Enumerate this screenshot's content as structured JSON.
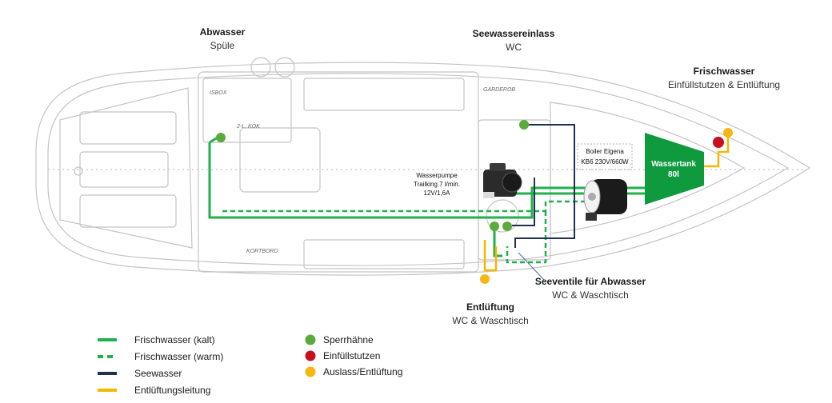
{
  "labels": {
    "abwasser_title": "Abwasser",
    "abwasser_sub": "Spüle",
    "seewasser_title": "Seewassereinlass",
    "seewasser_sub": "WC",
    "frischwasser_title": "Frischwasser",
    "frischwasser_sub": "Einfüllstutzen & Entlüftung",
    "boiler_line1": "Boiler Elgena",
    "boiler_line2": "KB6 230V/660W",
    "pumpe_line1": "Wasserpumpe",
    "pumpe_line2": "Trailking 7 l/min.",
    "pumpe_line3": "12V/1,6A",
    "tank_line1": "Wassertank",
    "tank_line2": "80l",
    "seeventile_title": "Seeventile für Abwasser",
    "seeventile_sub": "WC & Waschtisch",
    "entlueftung_title": "Entlüftung",
    "entlueftung_sub": "WC & Waschtisch"
  },
  "plan_text": {
    "isbox": "ISBOX",
    "garderob": "GARDEROB",
    "kortbord": "KORTBORD",
    "kok": "2-L. KÖK"
  },
  "legend_lines": [
    {
      "label": "Frischwasser (kalt)",
      "color": "#1fb24a",
      "style": "solid"
    },
    {
      "label": "Frischwasser (warm)",
      "color": "#1fb24a",
      "style": "dashed"
    },
    {
      "label": "Seewasser",
      "color": "#1f3350",
      "style": "solid"
    },
    {
      "label": "Entlüftungsleitung",
      "color": "#f5b800",
      "style": "solid"
    }
  ],
  "legend_dots": [
    {
      "label": "Sperrhähne",
      "color": "#5aab3c"
    },
    {
      "label": "Einfüllstutzen",
      "color": "#c8101e"
    },
    {
      "label": "Auslass/Entlüftung",
      "color": "#f7b614"
    }
  ],
  "colors": {
    "fresh": "#1fb24a",
    "sea": "#1f3350",
    "vent": "#f5b800",
    "valve": "#5aab3c",
    "inlet": "#c8101e",
    "outlet": "#f7b614",
    "tank": "#109a3e",
    "hull": "#c4c4c4"
  }
}
